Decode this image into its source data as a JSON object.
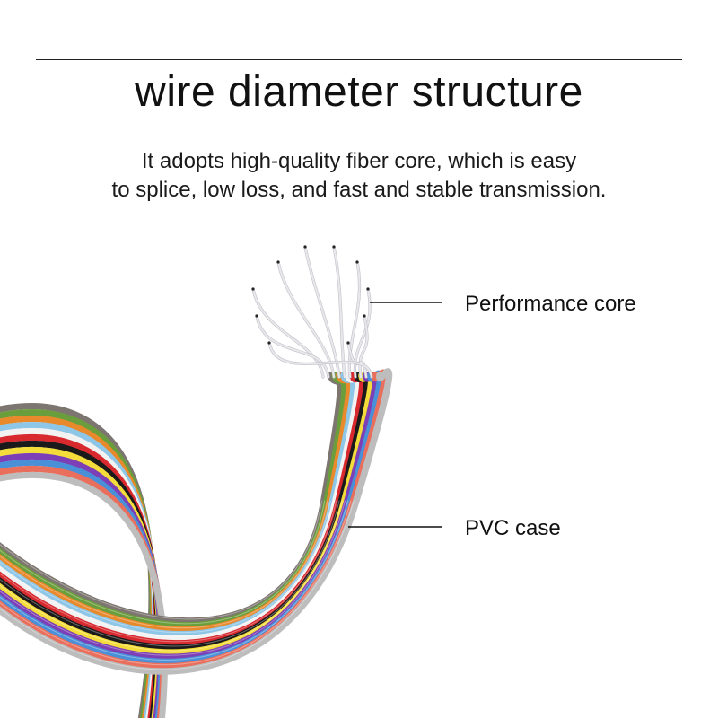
{
  "title": "wire diameter structure",
  "subtitle": {
    "line1": "It adopts high-quality fiber core, which is easy",
    "line2": "to splice, low loss, and fast and stable transmission."
  },
  "callouts": {
    "core": "Performance core",
    "pvc": "PVC case"
  },
  "colors": {
    "text": "#111111",
    "rule": "#222222",
    "fiber_strand": "#e8e8ec",
    "fiber_tip": "#222222"
  },
  "cable_colors": [
    "#7d7670",
    "#6a9e3c",
    "#e8892b",
    "#8ec6e8",
    "#f2f2f2",
    "#d8292f",
    "#1a1a1a",
    "#f4dd3a",
    "#7d3fb5",
    "#4a90d9",
    "#e96f5c",
    "#bdbdbd"
  ]
}
